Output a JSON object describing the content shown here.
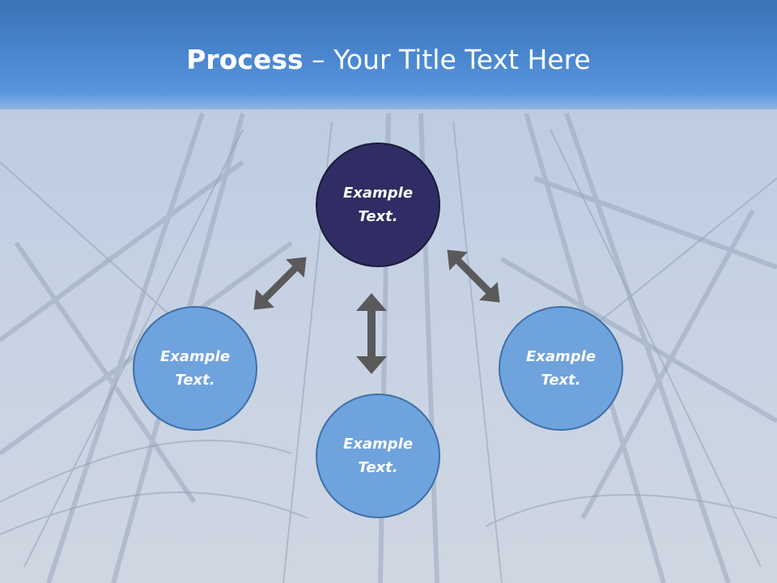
{
  "slide": {
    "title_bold": "Process",
    "title_rest": " – Your Title Text Here"
  },
  "nodes": [
    {
      "text": "Example Text.",
      "style": "dark"
    },
    {
      "text": "Example Text.",
      "style": "light"
    },
    {
      "text": "Example Text.",
      "style": "light"
    },
    {
      "text": "Example Text.",
      "style": "light"
    }
  ],
  "colors": {
    "header": "#4b88d1",
    "center_node": "#2f2d63",
    "outer_node": "#6fa3dd",
    "arrow": "#5a5a5a"
  }
}
